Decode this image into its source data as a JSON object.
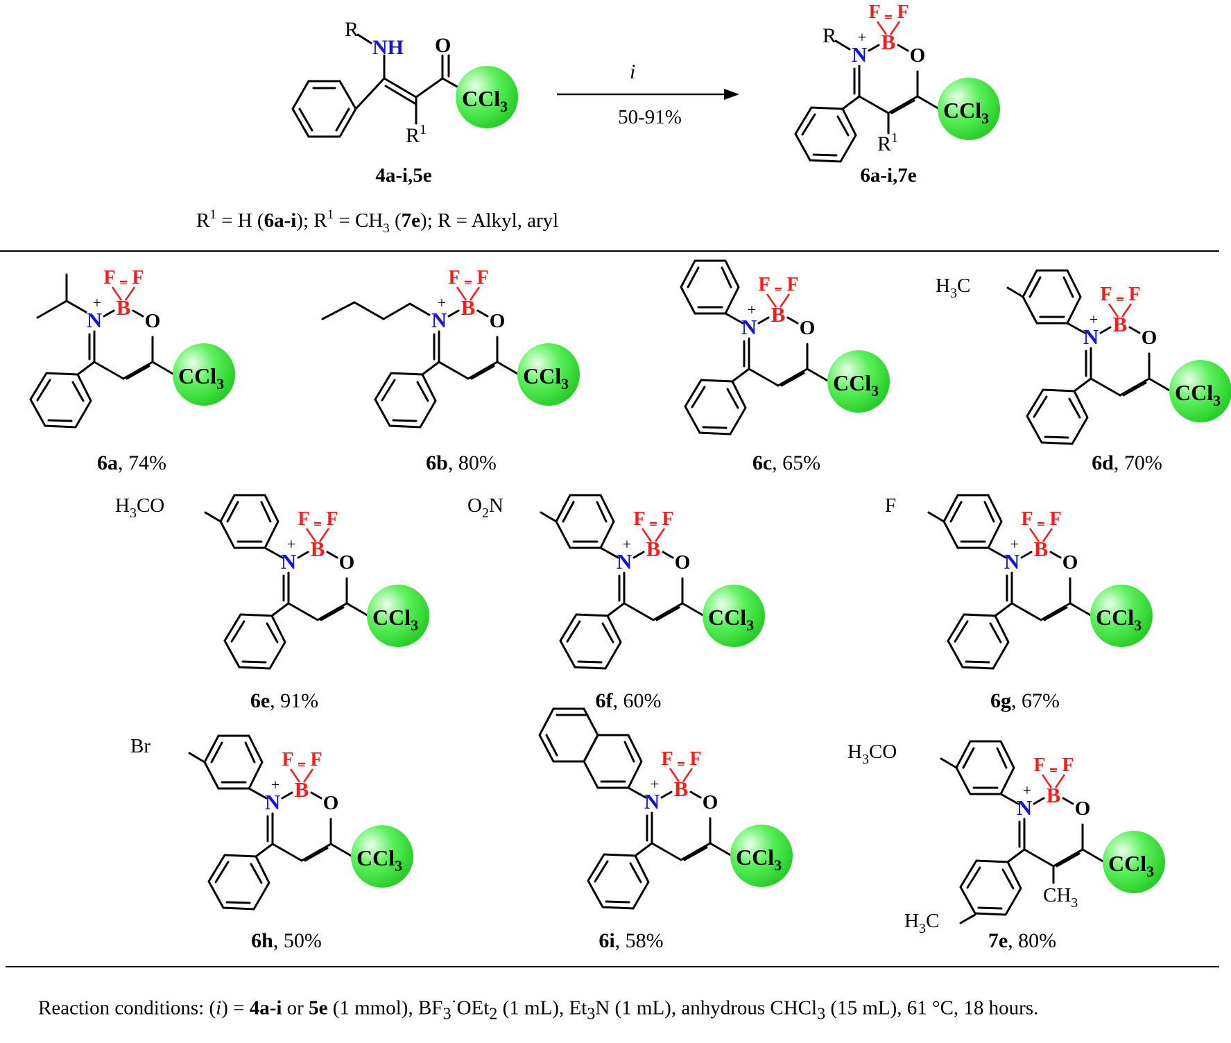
{
  "scheme": {
    "reactant_label": "4a-i,5e",
    "product_label": "6a-i,7e",
    "reagent": "i",
    "yield_range": "50-91%",
    "r1_note": {
      "r1": "R",
      "sup": "1",
      "eq_h": " = H (",
      "h_cmpds": "6a-i",
      "mid": "); R",
      "eq_ch3": " = CH",
      "sub3": "3",
      "ch3_open": " (",
      "ch3_cmpd": "7e",
      "tail": "); R = Alkyl, aryl"
    }
  },
  "atoms": {
    "R": "R",
    "NH": "NH",
    "O": "O",
    "CCl": "CCl",
    "sub3": "3",
    "R1": "R",
    "sup1": "1",
    "N": "N",
    "B": "B",
    "F": "F",
    "plus": "+",
    "minus": "−",
    "CH": "CH",
    "H": "H",
    "C": "C",
    "CO": "CO",
    "O2N": "O",
    "sub2": "2",
    "N_nitro": "N",
    "Br": "Br"
  },
  "compounds": [
    {
      "id": "6a",
      "yield": ", 74%",
      "substituent": "isopropyl"
    },
    {
      "id": "6b",
      "yield": ", 80%",
      "substituent": "n-butyl"
    },
    {
      "id": "6c",
      "yield": ", 65%",
      "substituent": "phenyl"
    },
    {
      "id": "6d",
      "yield": ", 70%",
      "substituent": "4-methylphenyl"
    },
    {
      "id": "6e",
      "yield": ", 91%",
      "substituent": "4-methoxyphenyl"
    },
    {
      "id": "6f",
      "yield": ", 60%",
      "substituent": "4-nitrophenyl"
    },
    {
      "id": "6g",
      "yield": ", 67%",
      "substituent": "4-fluorophenyl"
    },
    {
      "id": "6h",
      "yield": ", 50%",
      "substituent": "4-bromophenyl"
    },
    {
      "id": "6i",
      "yield": ", 58%",
      "substituent": "2-naphthyl"
    },
    {
      "id": "7e",
      "yield": ", 80%",
      "substituent": "4-methoxyphenyl"
    }
  ],
  "conditions": {
    "prefix": "Reaction conditions: (",
    "i": "i",
    "eq": ") = ",
    "a": "4a-i",
    "or": " or ",
    "b": "5e",
    "p1": " (1 mmol),  BF",
    "s3": "3",
    "dot": "·",
    "p2": "OEt",
    "s2": "2",
    "p3": " (1 mL), Et",
    "s3b": "3",
    "p4": "N (1 mL), anhydrous CHCl",
    "s3c": "3",
    "p5": "  (15 mL), 61 °C, 18 hours."
  },
  "colors": {
    "nitrogen": "#1515d8",
    "boron_fluorine": "#ff1a1a",
    "ccl3_ball": "#33dd33"
  }
}
